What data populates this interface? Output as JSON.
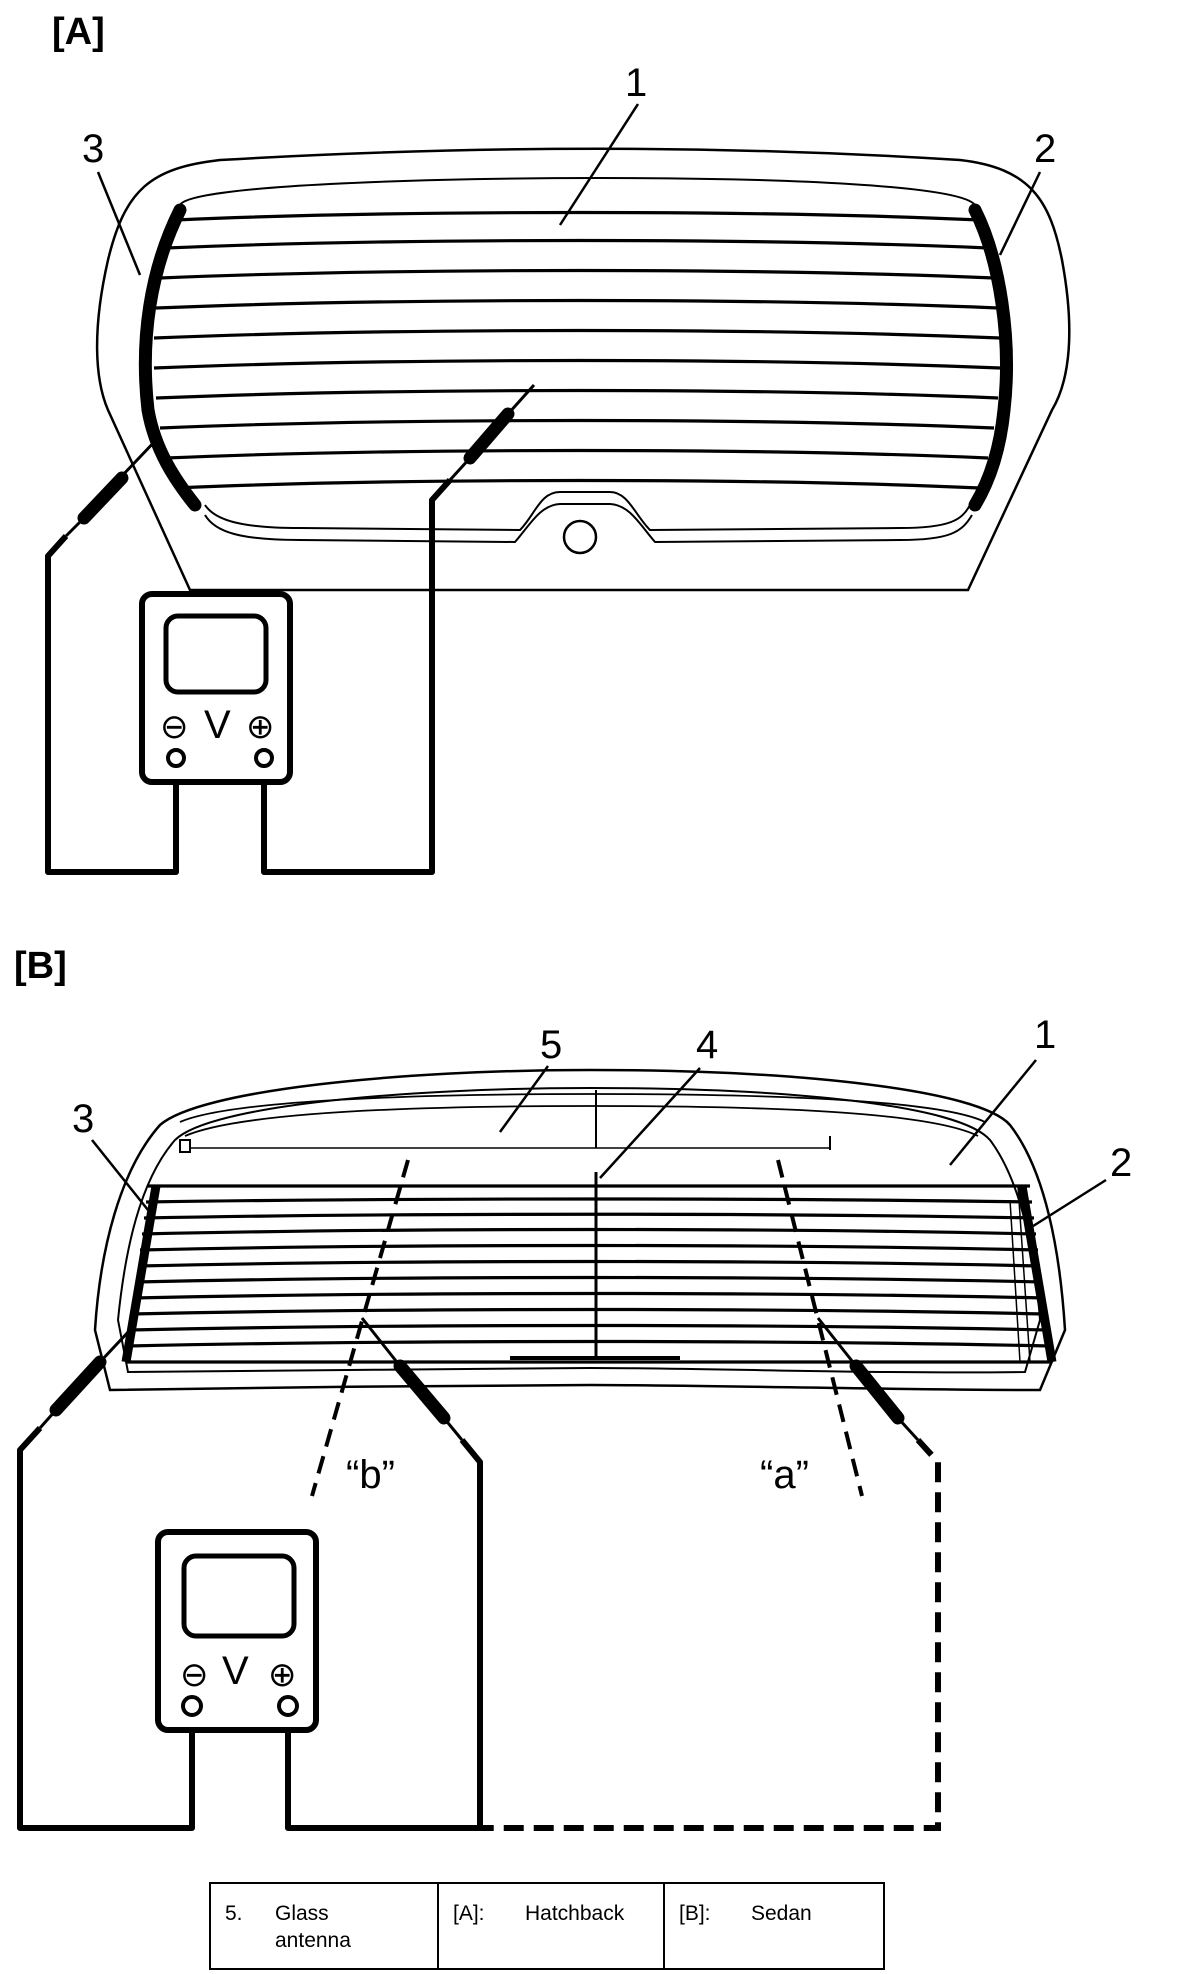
{
  "panel_a": {
    "title": "[A]",
    "callouts": {
      "c1": "1",
      "c2": "2",
      "c3": "3"
    },
    "meter": {
      "symbol": "V",
      "neg": "⊖",
      "pos": "⊕"
    }
  },
  "panel_b": {
    "title": "[B]",
    "callouts": {
      "c1": "1",
      "c2": "2",
      "c3": "3",
      "c4": "4",
      "c5": "5"
    },
    "points": {
      "a": "“a”",
      "b": "“b”"
    },
    "meter": {
      "symbol": "V",
      "neg": "⊖",
      "pos": "⊕"
    }
  },
  "legend": [
    {
      "key": "5.",
      "text": "Glass antenna"
    },
    {
      "key": "[A]:",
      "text": "Hatchback"
    },
    {
      "key": "[B]:",
      "text": "Sedan"
    }
  ]
}
